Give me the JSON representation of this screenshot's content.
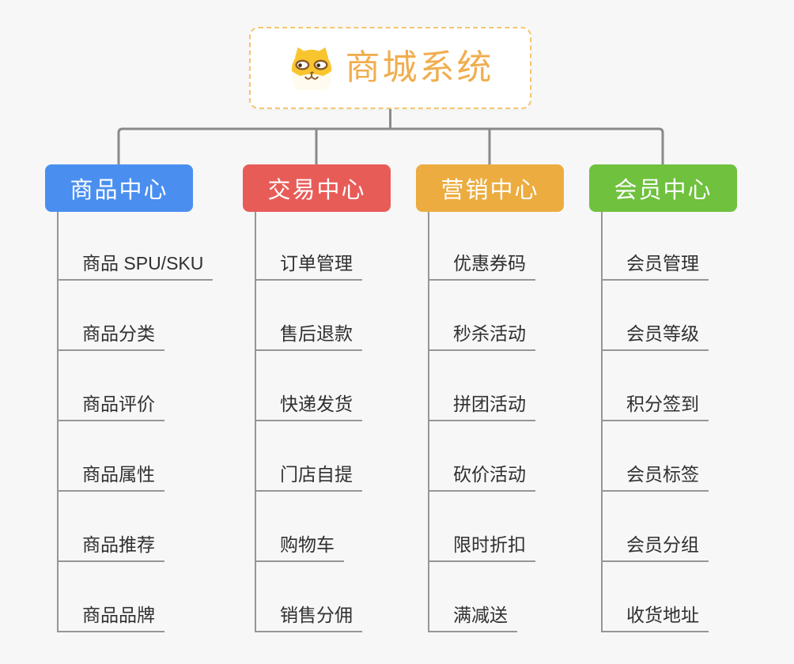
{
  "root": {
    "title": "商城系统",
    "icon": "dog-face-icon"
  },
  "colors": {
    "background": "#f7f7f7",
    "connector": "#8a8a8a",
    "leaf_line": "#969696",
    "leaf_text": "#303030",
    "root_text": "#f0ad4e",
    "root_border": "#f5c571"
  },
  "branches": [
    {
      "label": "商品中心",
      "color": "#4a8ff0",
      "items": [
        "商品 SPU/SKU",
        "商品分类",
        "商品评价",
        "商品属性",
        "商品推荐",
        "商品品牌"
      ]
    },
    {
      "label": "交易中心",
      "color": "#e85c58",
      "items": [
        "订单管理",
        "售后退款",
        "快递发货",
        "门店自提",
        "购物车",
        "销售分佣"
      ]
    },
    {
      "label": "营销中心",
      "color": "#ecac3f",
      "items": [
        "优惠券码",
        "秒杀活动",
        "拼团活动",
        "砍价活动",
        "限时折扣",
        "满减送"
      ]
    },
    {
      "label": "会员中心",
      "color": "#6fc13e",
      "items": [
        "会员管理",
        "会员等级",
        "积分签到",
        "会员标签",
        "会员分组",
        "收货地址"
      ]
    }
  ]
}
